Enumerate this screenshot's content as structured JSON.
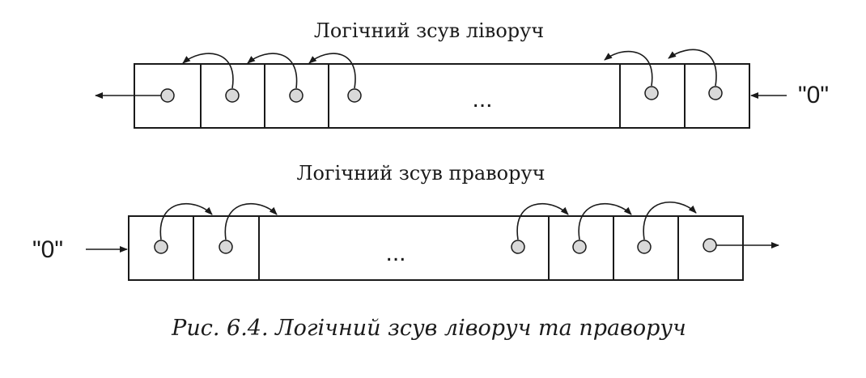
{
  "diagrams": {
    "shift_left": {
      "title": "Логічний зсув ліворуч",
      "ellipsis": "...",
      "input": "\"0\""
    },
    "shift_right": {
      "title": "Логічний зсув праворуч",
      "ellipsis": "...",
      "input": "\"0\""
    }
  },
  "caption": "Рис. 6.4. Логічний зсув ліворуч та праворуч",
  "colors": {
    "stroke": "#1a1a1a",
    "bit_fill": "#d9d9d9",
    "background": "#ffffff"
  }
}
